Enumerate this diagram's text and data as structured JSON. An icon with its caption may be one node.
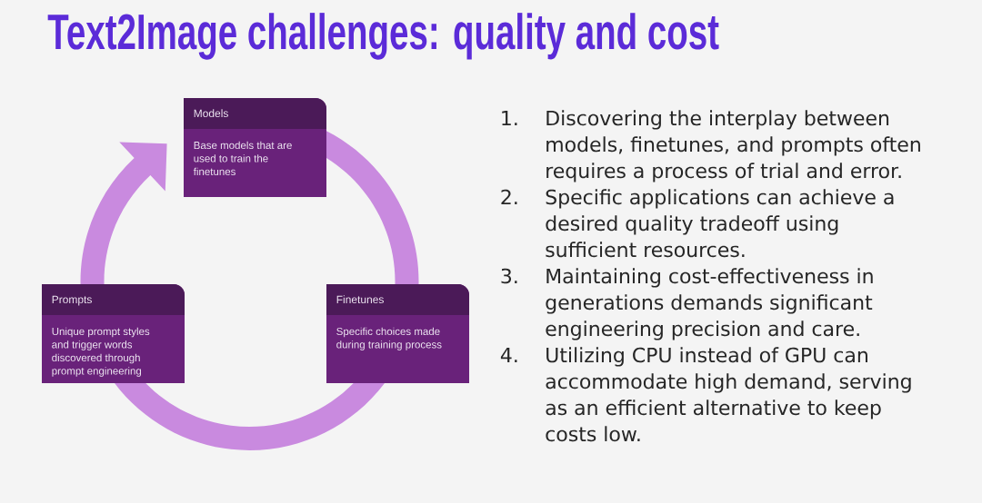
{
  "diagram": {
    "title": "Text2Image challenges: quality and cost",
    "nodes": [
      {
        "text": [
          "Models",
          "Base models that are used to train the finetunes"
        ]
      },
      {
        "text": [
          "Prompts",
          "Unique prompt styles and trigger words discovered through prompt engineering"
        ]
      },
      {
        "text": [
          "Finetunes",
          "Specific choices made during training process"
        ]
      }
    ],
    "edges": [
      {
        "from": 0,
        "to": 2,
        "arrow": "none"
      },
      {
        "from": 2,
        "to": 1,
        "arrow": "none"
      },
      {
        "from": 1,
        "to": 0,
        "arrow": "to"
      }
    ],
    "labels": [
      "1.",
      "Discovering the interplay between models, finetunes, and prompts often requires a process of trial and error.",
      "2.",
      "Specific applications can achieve a desired quality tradeoff using sufficient resources.",
      "3.",
      "Maintaining cost-effectiveness in generations demands significant engineering precision and care.",
      "4.",
      "Utilizing CPU instead of GPU can accommodate high demand, serving as an efficient alternative to keep costs low."
    ]
  }
}
